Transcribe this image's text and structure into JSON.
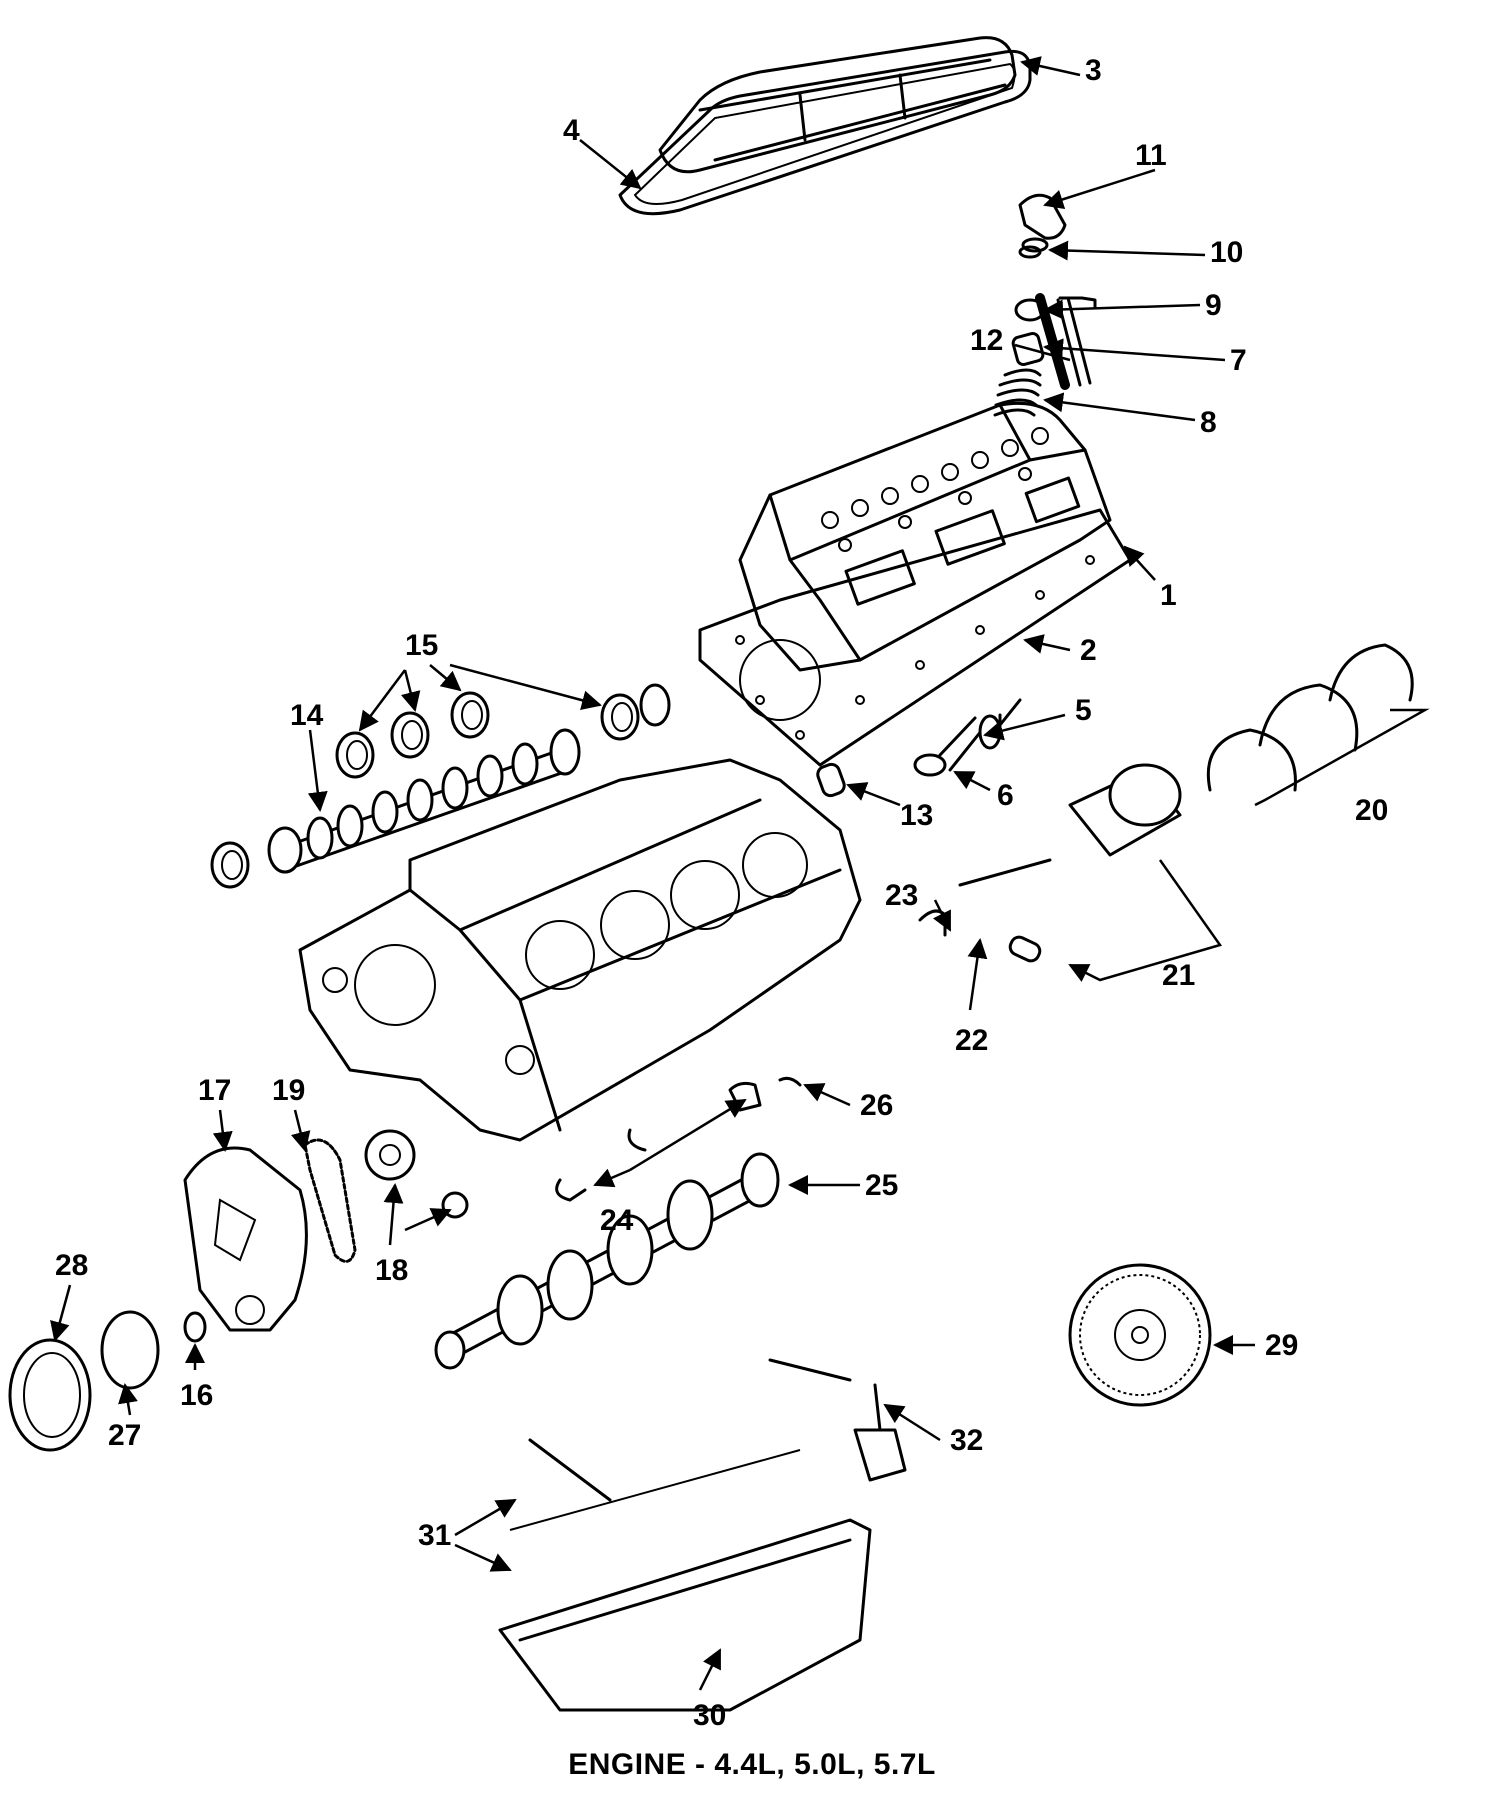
{
  "diagram": {
    "caption": "ENGINE - 4.4L, 5.0L, 5.7L",
    "callouts": [
      "1",
      "2",
      "3",
      "4",
      "5",
      "6",
      "7",
      "8",
      "9",
      "10",
      "11",
      "12",
      "13",
      "14",
      "15",
      "16",
      "17",
      "18",
      "19",
      "20",
      "21",
      "22",
      "23",
      "24",
      "25",
      "26",
      "27",
      "28",
      "29",
      "30",
      "31",
      "32"
    ]
  }
}
